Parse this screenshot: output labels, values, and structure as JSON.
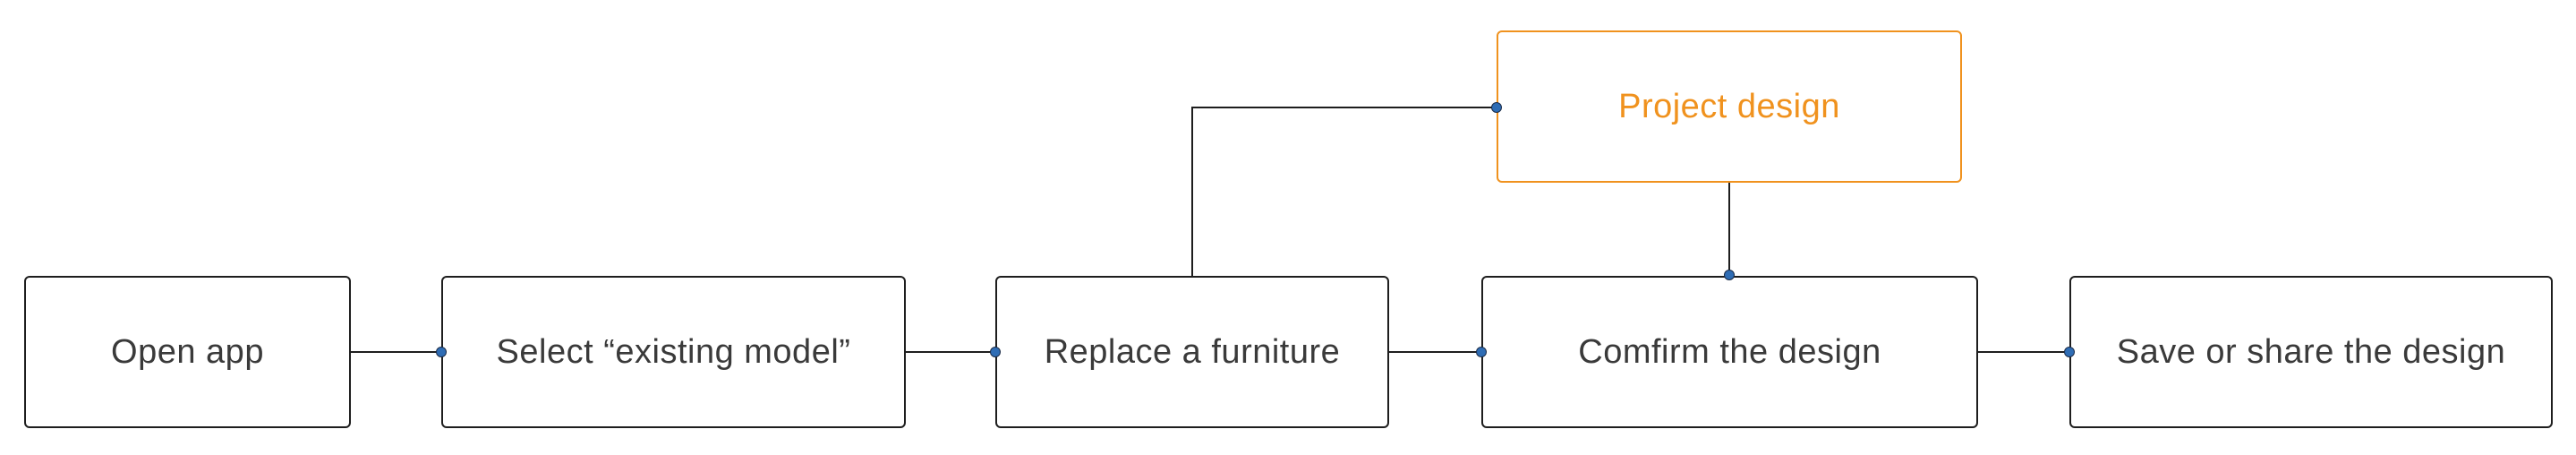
{
  "diagram": {
    "colors": {
      "box_border": "#1e1e1e",
      "text": "#3a3a3a",
      "highlight": "#f0921e",
      "connector_dot": "#2f6db5"
    },
    "nodes": {
      "open_app": "Open app",
      "select_existing_model": "Select “existing model”",
      "replace_furniture": "Replace a furniture",
      "project_design": "Project design",
      "confirm_design": "Comfirm the design",
      "save_share": "Save or share the design"
    }
  }
}
